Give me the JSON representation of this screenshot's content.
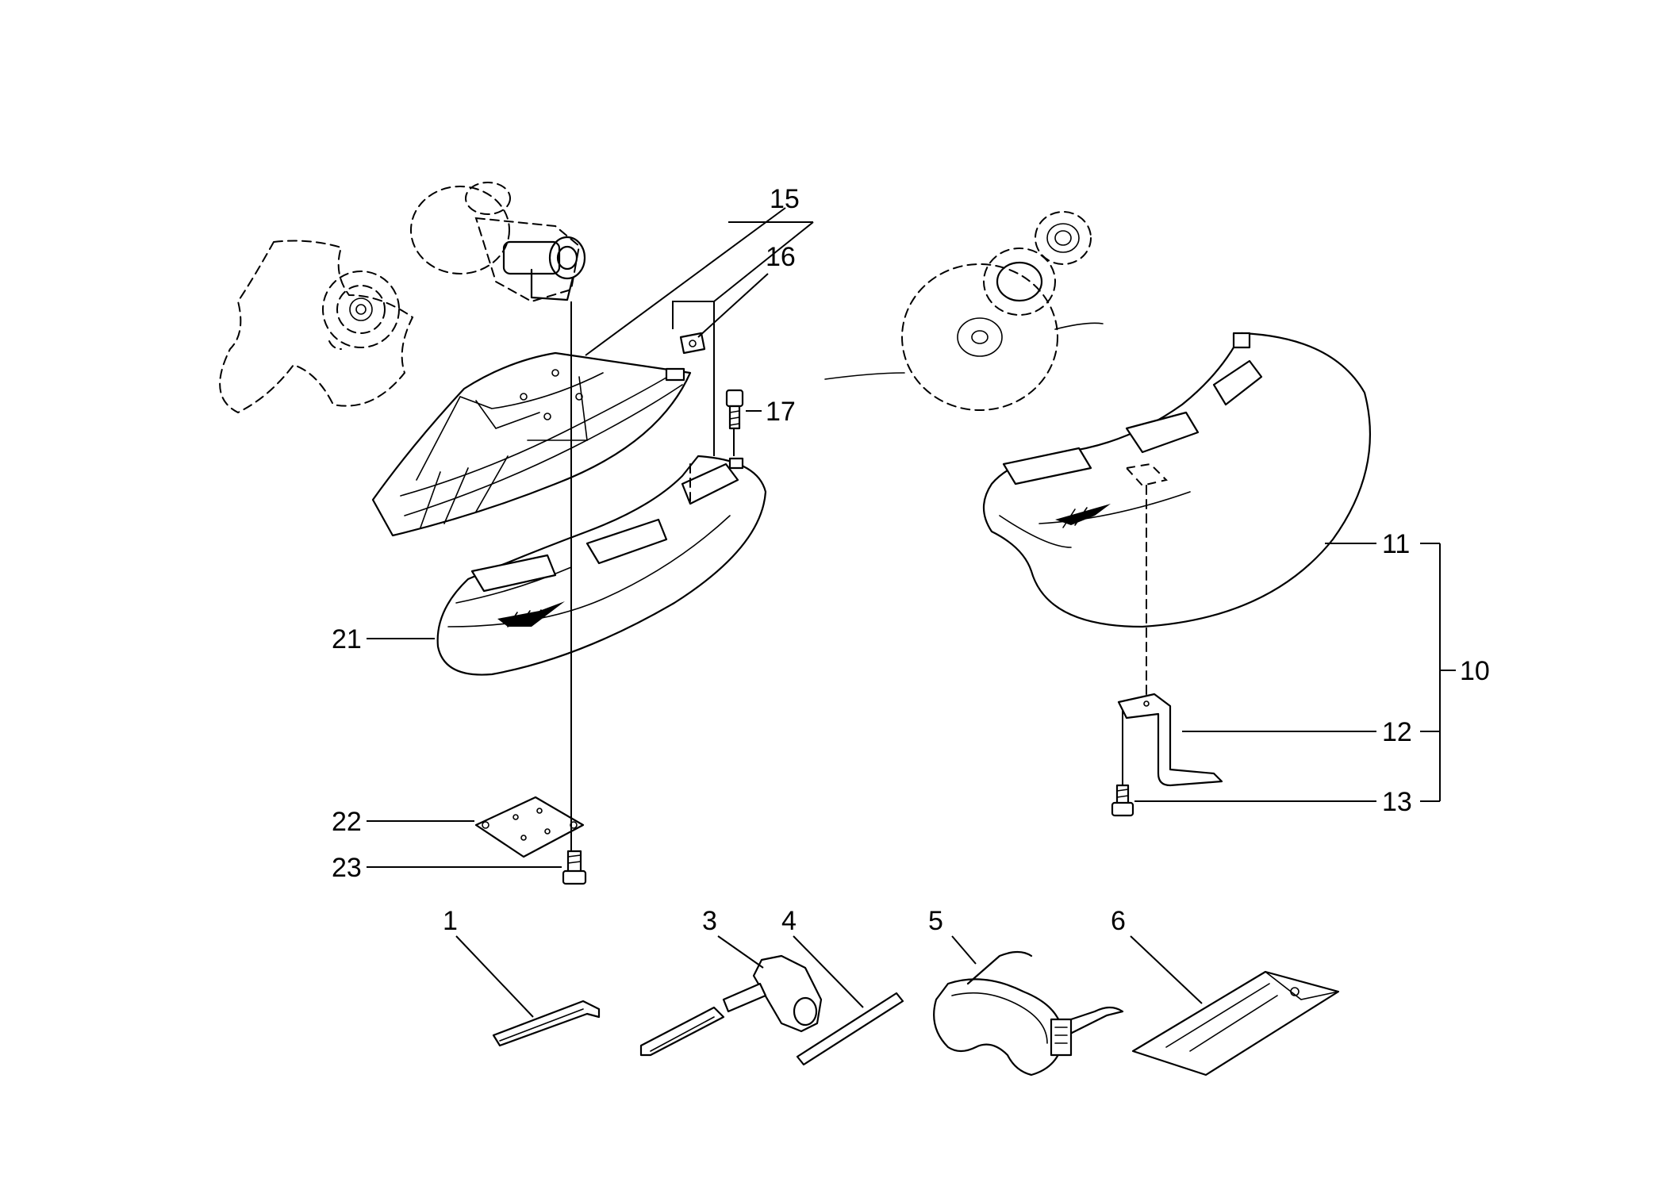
{
  "callouts": {
    "c1": "1",
    "c3": "3",
    "c4": "4",
    "c5": "5",
    "c6": "6",
    "c10": "10",
    "c11": "11",
    "c12": "12",
    "c13": "13",
    "c15": "15",
    "c16": "16",
    "c17": "17",
    "c21": "21",
    "c22": "22",
    "c23": "23"
  },
  "colors": {
    "line": "#000000",
    "background": "#ffffff"
  }
}
